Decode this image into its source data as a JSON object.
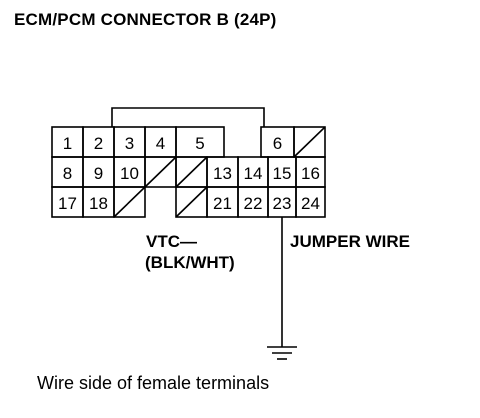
{
  "title": "ECM/PCM CONNECTOR B (24P)",
  "caption": "Wire side of female terminals",
  "labels": {
    "vtc_line1": "VTC—",
    "vtc_line2": "(BLK/WHT)",
    "jumper": "JUMPER WIRE"
  },
  "connector": {
    "pin_count": 24,
    "rows": [
      [
        "1",
        "2",
        "3",
        "4",
        "5",
        "",
        "6",
        "/"
      ],
      [
        "8",
        "9",
        "10",
        "/",
        "/",
        "13",
        "14",
        "15",
        "16"
      ],
      [
        "17",
        "18",
        "/",
        "/",
        "21",
        "22",
        "23",
        "24"
      ]
    ]
  },
  "colors": {
    "line": "#000000",
    "background": "#ffffff"
  }
}
